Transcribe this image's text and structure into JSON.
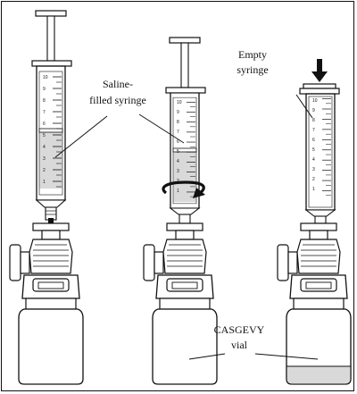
{
  "labels": {
    "saline_line1": "Saline-",
    "saline_line2": "filled syringe",
    "empty_line1": "Empty",
    "empty_line2": "syringe",
    "vial_line1": "CASGEVY",
    "vial_line2": "vial"
  },
  "syringe_scale_numbers": [
    "10",
    "9",
    "8",
    "7",
    "6",
    "5",
    "4",
    "3",
    "2",
    "1"
  ],
  "icons": {
    "down_arrow": "down-arrow-icon",
    "rotate_arrow": "rotate-arrow-icon"
  },
  "colors": {
    "outline": "#111111",
    "saline_fill": "#d9d9d9",
    "vial_fill": "#ededed"
  }
}
